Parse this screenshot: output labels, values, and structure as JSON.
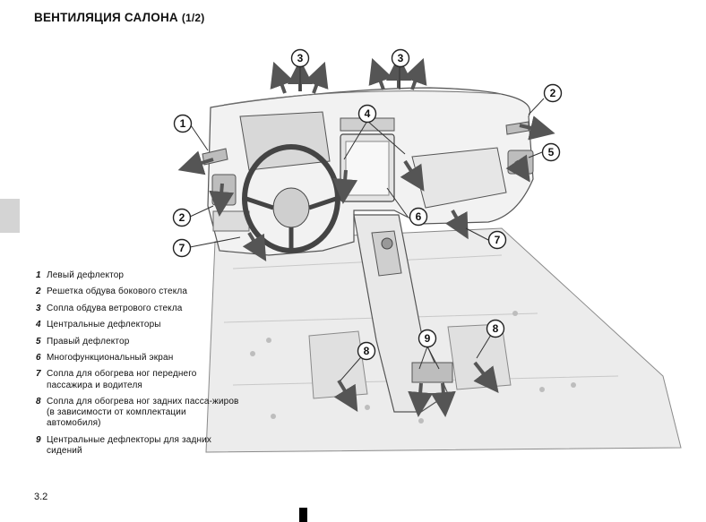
{
  "header": {
    "title": "ВЕНТИЛЯЦИЯ САЛОНА",
    "part": "(1/2)"
  },
  "callouts": [
    "1",
    "2",
    "2",
    "3",
    "3",
    "4",
    "5",
    "6",
    "7",
    "7",
    "8",
    "8",
    "9"
  ],
  "legend": [
    {
      "num": "1",
      "text": "Левый дефлектор"
    },
    {
      "num": "2",
      "text": "Решетка обдува бокового стекла"
    },
    {
      "num": "3",
      "text": "Сопла обдува ветрового стекла"
    },
    {
      "num": "4",
      "text": "Центральные дефлекторы"
    },
    {
      "num": "5",
      "text": "Правый дефлектор"
    },
    {
      "num": "6",
      "text": "Многофункциональный экран"
    },
    {
      "num": "7",
      "text": "Сопла для обогрева ног переднего пассажира и водителя"
    },
    {
      "num": "8",
      "text": "Сопла для обогрева ног задних пасса-жиров (в зависимости от комплектации автомобиля)"
    },
    {
      "num": "9",
      "text": "Центральные дефлекторы для задних сидений"
    }
  ],
  "footer": {
    "page_number": "3.2"
  },
  "colors": {
    "line": "#555555",
    "fill": "#ececec",
    "fill_dark": "#bdbdbd",
    "arrow": "#555555",
    "tab": "#d4d4d4"
  }
}
